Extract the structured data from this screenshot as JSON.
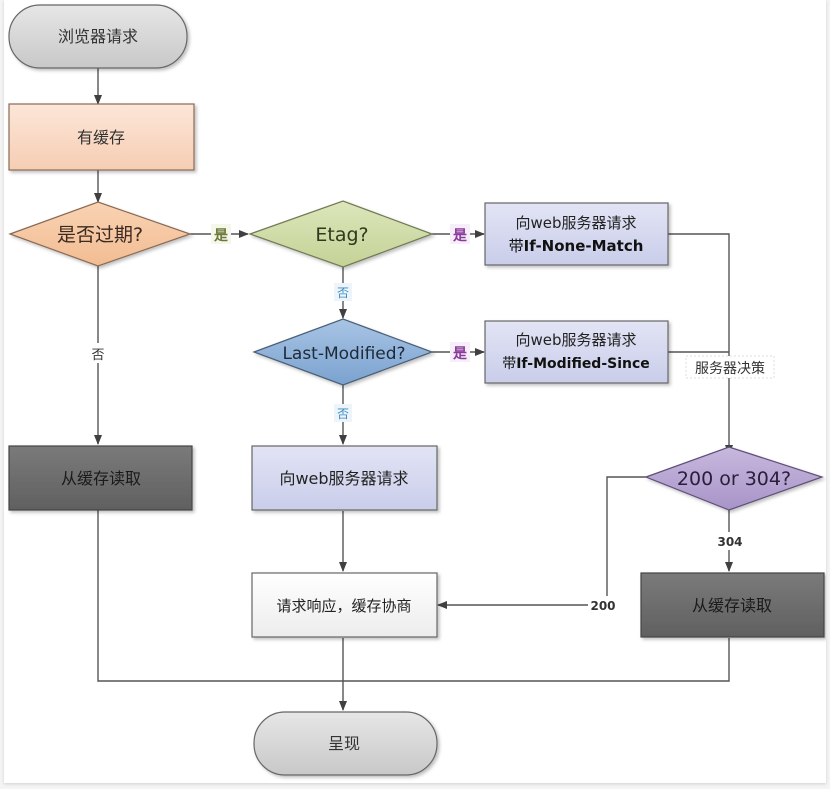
{
  "diagram": {
    "type": "flowchart",
    "nodes": {
      "browser_request": "浏览器请求",
      "has_cache": "有缓存",
      "expired": "是否过期?",
      "etag": "Etag?",
      "req_inm_line1": "向web服务器请求",
      "req_inm_line2_prefix": "带",
      "req_inm_line2_bold": "If-None-Match",
      "last_modified": "Last-Modified?",
      "req_ims_line1": "向web服务器请求",
      "req_ims_line2_prefix": "带",
      "req_ims_line2_bold": "If-Modified-Since",
      "read_cache_left": "从缓存读取",
      "request_server": "向web服务器请求",
      "status_decision": "200 or 304?",
      "read_cache_right": "从缓存读取",
      "response_negotiation": "请求响应，缓存协商",
      "render": "呈现"
    },
    "edge_labels": {
      "expired_yes": "是",
      "expired_no": "否",
      "etag_yes": "是",
      "etag_no": "否",
      "lm_yes": "是",
      "lm_no": "否",
      "server_decision": "服务器决策",
      "code_304": "304",
      "code_200": "200"
    },
    "colors": {
      "terminal": "#d4d4d4",
      "cache_box": "#f9d8c4",
      "expired_diamond": "#f6c8a3",
      "etag_diamond": "#cfdba8",
      "lm_diamond": "#8fb3d9",
      "request_box": "#d5d8ef",
      "dark_box": "#6f6f6f",
      "status_diamond": "#b8a6d3",
      "response_box": "#fafafa",
      "label_yes_green": "#6b7a3a",
      "label_yes_purple": "#8a3a9a",
      "label_no_blue": "#3a8bc2"
    }
  }
}
